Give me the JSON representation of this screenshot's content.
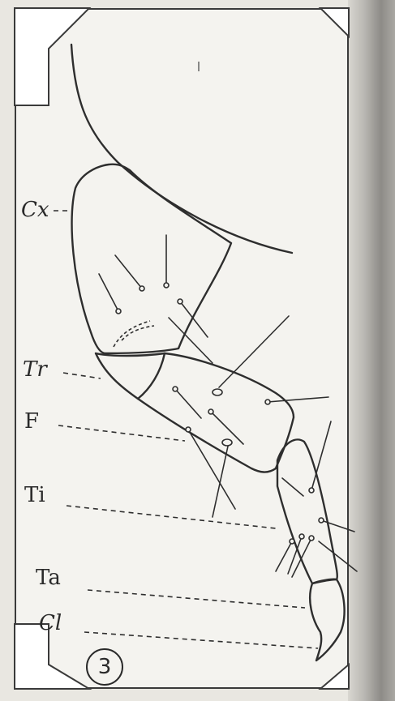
{
  "labels": {
    "coxa": "Cx",
    "trochanter": "Tr",
    "femur": "F",
    "tibia": "Ti",
    "tarsus": "Ta",
    "claw": "Cl"
  },
  "plate_number": "3"
}
